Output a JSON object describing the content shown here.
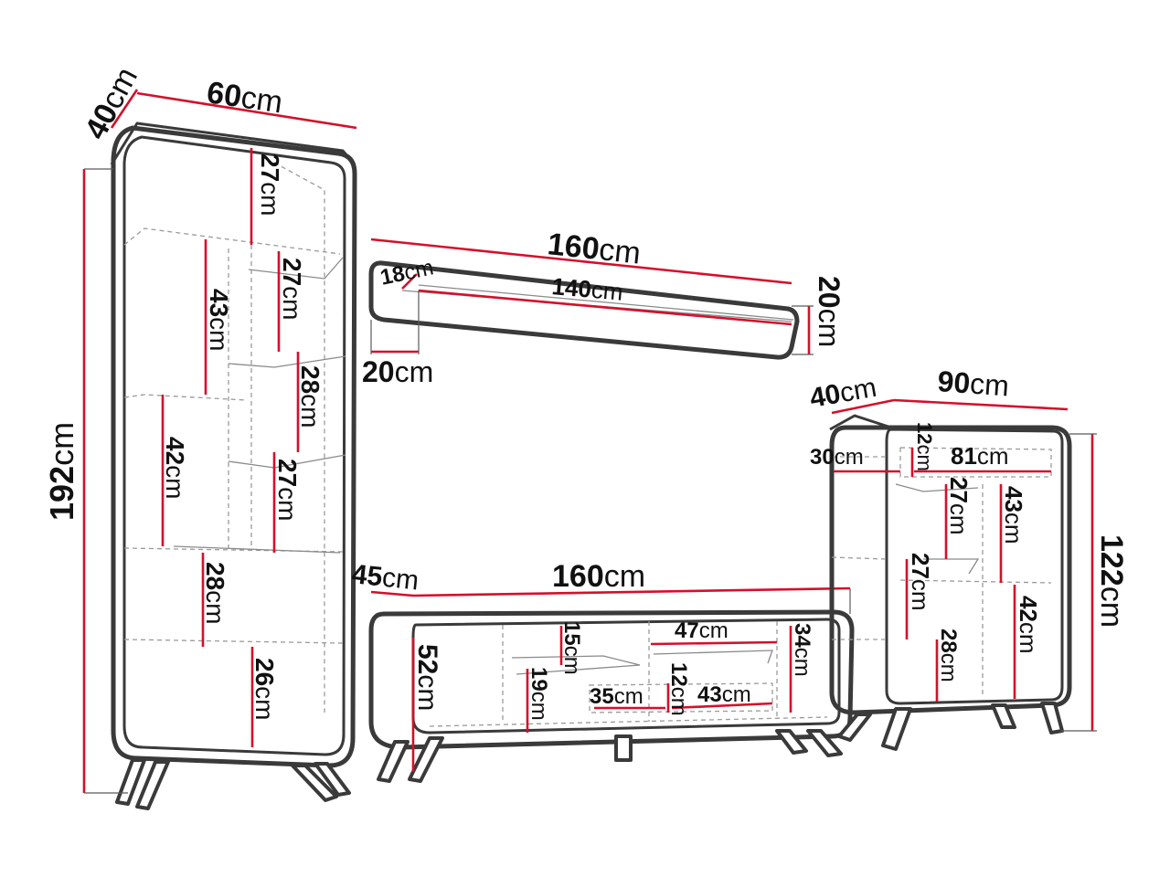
{
  "colors": {
    "outline": "#3a3a3a",
    "dimension": "#d4102a",
    "text": "#111111"
  },
  "tall_cabinet": {
    "depth": "40",
    "width": "60",
    "height": "192",
    "shelf_1": "27",
    "shelf_2": "27",
    "shelf_3": "28",
    "shelf_4": "27",
    "left_1": "43",
    "left_2": "42",
    "left_3": "28",
    "left_4": "26"
  },
  "wall_shelf": {
    "width": "160",
    "inner_width": "140",
    "depth_top": "18",
    "depth_bottom": "20",
    "height": "20"
  },
  "tv_stand": {
    "depth": "45",
    "width": "160",
    "height": "52",
    "top_comp": "15",
    "low_comp": "19",
    "drawer_left": "35",
    "drawer_height": "12",
    "drawer_right": "43",
    "right_top": "47",
    "right_side": "34"
  },
  "sideboard": {
    "depth": "40",
    "width": "90",
    "height": "122",
    "top_left": "30",
    "top_height": "12",
    "top_inner": "81",
    "mid_1": "27",
    "mid_2": "27",
    "low_mid": "28",
    "right_1": "43",
    "right_2": "42"
  },
  "unit": "cm"
}
